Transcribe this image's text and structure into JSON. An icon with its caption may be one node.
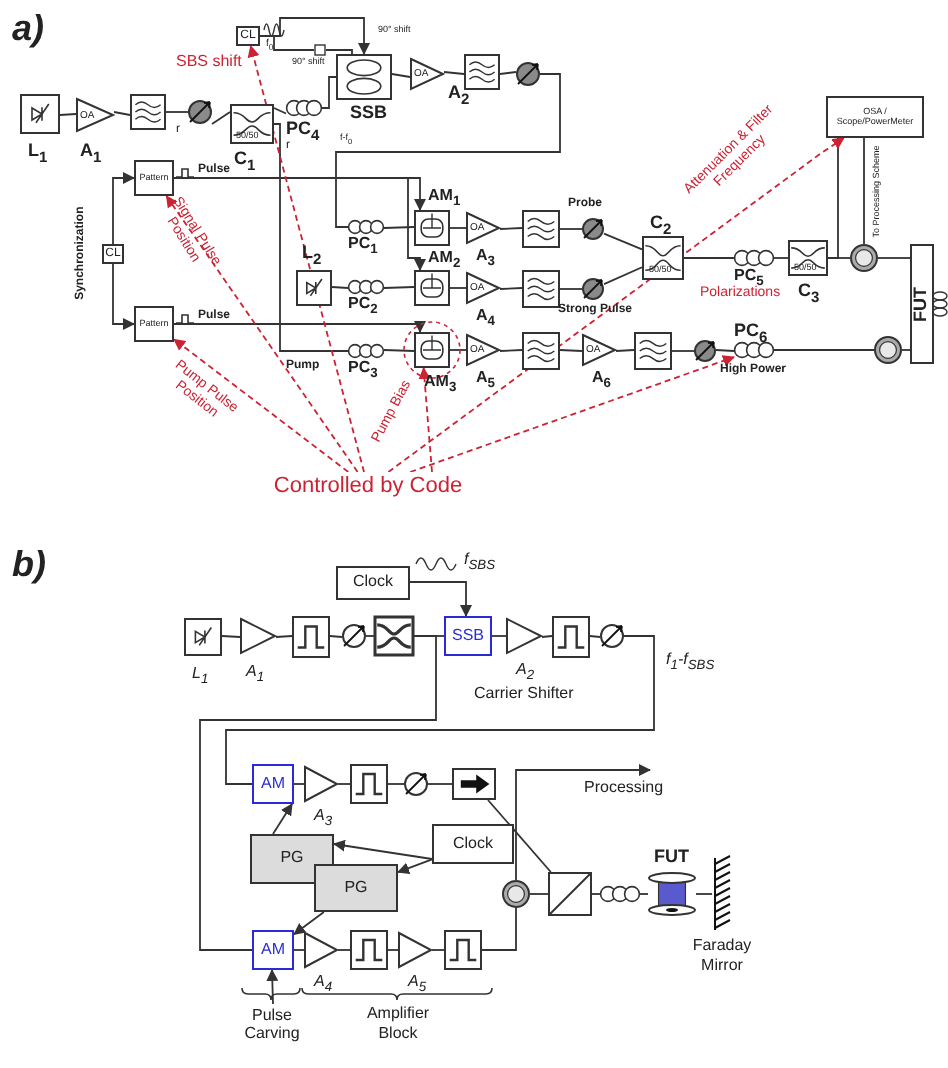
{
  "diagram": {
    "nodes": [
      {
        "text": [
          "L$_{1}$"
        ]
      },
      {
        "text": [
          "OA",
          "A$_{1}$"
        ]
      },
      {
        "text": [],
        "shape": "box"
      },
      {
        "text": [],
        "shape": "circle"
      },
      {
        "text": [
          "50/50",
          "C$_{1}$"
        ]
      },
      {
        "text": [
          "PC$_{4}$"
        ]
      },
      {
        "text": [
          "CL"
        ]
      },
      {
        "text": [
          "SSB"
        ]
      },
      {
        "text": [
          "OA",
          "A$_{2}$"
        ]
      },
      {
        "text": [],
        "shape": "box"
      },
      {
        "text": [],
        "shape": "circle"
      },
      {
        "text": [
          "Pattern"
        ],
        "beside": [
          "Pulse"
        ]
      },
      {
        "text": [
          "CL"
        ]
      },
      {
        "text": [
          "Pattern"
        ],
        "beside": [
          "Pulse"
        ]
      },
      {
        "text": [
          "L$_{2}$"
        ]
      },
      {
        "text": [
          "PC$_{1}$"
        ]
      },
      {
        "text": [
          "PC$_{2}$"
        ]
      },
      {
        "text": [
          "PC$_{3}$"
        ]
      },
      {
        "text": [
          "AM$_{1}$"
        ]
      },
      {
        "text": [
          "AM$_{2}$"
        ]
      },
      {
        "text": [
          "AM$_{3}$"
        ]
      },
      {
        "text": [
          "OA",
          "A$_{3}$"
        ]
      },
      {
        "text": [
          "OA",
          "A$_{4}$"
        ]
      },
      {
        "text": [
          "OA",
          "A$_{5}$"
        ]
      },
      {
        "text": [],
        "shape": "box"
      },
      {
        "text": [],
        "shape": "box"
      },
      {
        "text": [],
        "shape": "box"
      },
      {
        "text": [
          "OA",
          "A$_{6}$"
        ]
      },
      {
        "text": [],
        "shape": "box"
      },
      {
        "text": [],
        "shape": "circle",
        "beside": [
          "Probe"
        ]
      },
      {
        "text": [],
        "shape": "circle",
        "beside": [
          "Strong Pulse"
        ]
      },
      {
        "text": [],
        "shape": "circle",
        "beside": [
          "High Power"
        ]
      },
      {
        "text": [
          "C$_{2}$",
          "50/50"
        ]
      },
      {
        "text": [
          "PC$_{5}$"
        ]
      },
      {
        "text": [
          "50/50",
          "C$_{3}$"
        ]
      },
      {
        "text": [
          "PC$_{6}$"
        ]
      },
      {
        "text": [
          "OSA / Scope/PowerMeter"
        ]
      },
      {
        "text": [],
        "shape": "circle"
      },
      {
        "text": [],
        "shape": "circle"
      },
      {
        "text": [
          "FUT"
        ]
      },
      {
        "text": [
          "Controlled by Code"
        ]
      },
      {
        "text": [
          "Clock"
        ]
      },
      {
        "text": [
          "L$_{1}$"
        ]
      },
      {
        "text": [
          "A$_{1}$"
        ]
      },
      {
        "text": [],
        "shape": "box"
      },
      {
        "text": [],
        "shape": "circle"
      },
      {
        "text": [],
        "shape": "box"
      },
      {
        "text": [
          "SSB"
        ]
      },
      {
        "text": [
          "A$_{2}$"
        ]
      },
      {
        "text": [],
        "shape": "box"
      },
      {
        "text": [],
        "shape": "circle"
      },
      {
        "text": [
          "AM"
        ]
      },
      {
        "text": [
          "A$_{3}$"
        ]
      },
      {
        "text": [],
        "shape": "box"
      },
      {
        "text": [],
        "shape": "circle"
      },
      {
        "text": [],
        "shape": "box"
      },
      {
        "text": [
          "PG"
        ]
      },
      {
        "text": [
          "PG"
        ]
      },
      {
        "text": [
          "Clock"
        ]
      },
      {
        "text": [
          "AM"
        ]
      },
      {
        "text": [
          "A$_{4}$"
        ]
      },
      {
        "text": [],
        "shape": "box"
      },
      {
        "text": [
          "A$_{5}$"
        ]
      },
      {
        "text": [],
        "shape": "box"
      },
      {
        "text": [],
        "shape": "circle"
      },
      {
        "text": [],
        "shape": "box"
      },
      {
        "text": [],
        "shape": "coil"
      },
      {
        "text": [
          "FUT"
        ]
      },
      {
        "text": [
          "Faraday Mirror"
        ]
      },
      {
        "text": [],
        "shape": "box"
      },
      {
        "text": [
          "Pulse Carving"
        ]
      }
    ],
    "edges": [
      {
        "from": 0,
        "to": 1,
        "arrow": "none"
      },
      {
        "from": 1,
        "to": 2,
        "arrow": "none"
      },
      {
        "from": 2,
        "to": 3,
        "arrow": "none"
      },
      {
        "from": 3,
        "to": 4,
        "arrow": "none"
      },
      {
        "from": 4,
        "to": 5,
        "arrow": "none"
      },
      {
        "from": 5,
        "to": 7,
        "arrow": "none"
      },
      {
        "from": 7,
        "to": 8,
        "arrow": "none"
      },
      {
        "from": 8,
        "to": 9,
        "arrow": "none"
      },
      {
        "from": 9,
        "to": 10,
        "arrow": "none"
      },
      {
        "from": 10,
        "to": 15,
        "arrow": "none"
      },
      {
        "from": 14,
        "to": 16,
        "arrow": "none"
      },
      {
        "from": 16,
        "to": 19,
        "arrow": "none"
      },
      {
        "from": 15,
        "to": 18,
        "arrow": "none"
      },
      {
        "from": 4,
        "to": 17,
        "arrow": "none"
      },
      {
        "from": 17,
        "to": 20,
        "arrow": "none"
      },
      {
        "from": 12,
        "to": 11,
        "arrow": "to"
      },
      {
        "from": 12,
        "to": 13,
        "arrow": "to"
      },
      {
        "from": 11,
        "to": 18,
        "arrow": "to"
      },
      {
        "from": 11,
        "to": 19,
        "arrow": "to"
      },
      {
        "from": 13,
        "to": 20,
        "arrow": "to"
      },
      {
        "from": 6,
        "to": 7,
        "arrow": "to"
      },
      {
        "from": 6,
        "to": 69,
        "arrow": "none"
      },
      {
        "from": 69,
        "to": 7,
        "arrow": "none"
      },
      {
        "from": 18,
        "to": 21,
        "arrow": "none"
      },
      {
        "from": 21,
        "to": 24,
        "arrow": "none"
      },
      {
        "from": 24,
        "to": 29,
        "arrow": "none"
      },
      {
        "from": 29,
        "to": 32,
        "arrow": "none"
      },
      {
        "from": 19,
        "to": 22,
        "arrow": "none"
      },
      {
        "from": 22,
        "to": 25,
        "arrow": "none"
      },
      {
        "from": 25,
        "to": 30,
        "arrow": "none"
      },
      {
        "from": 30,
        "to": 32,
        "arrow": "none"
      },
      {
        "from": 20,
        "to": 23,
        "arrow": "none"
      },
      {
        "from": 23,
        "to": 26,
        "arrow": "none"
      },
      {
        "from": 26,
        "to": 27,
        "arrow": "none"
      },
      {
        "from": 27,
        "to": 28,
        "arrow": "none"
      },
      {
        "from": 28,
        "to": 31,
        "arrow": "none"
      },
      {
        "from": 31,
        "to": 35,
        "arrow": "none"
      },
      {
        "from": 35,
        "to": 38,
        "arrow": "none"
      },
      {
        "from": 38,
        "to": 39,
        "arrow": "none"
      },
      {
        "from": 32,
        "to": 33,
        "arrow": "none"
      },
      {
        "from": 33,
        "to": 34,
        "arrow": "none"
      },
      {
        "from": 34,
        "to": 37,
        "arrow": "none"
      },
      {
        "from": 37,
        "to": 39,
        "arrow": "none"
      },
      {
        "from": 34,
        "to": 36,
        "arrow": "none"
      },
      {
        "from": 37,
        "to": 36,
        "arrow": "none",
        "label": "To Processing Scheme"
      },
      {
        "from": 40,
        "to": 6,
        "arrow": "to",
        "label": "SBS shift",
        "style": "dashed",
        "color": "#cc2233"
      },
      {
        "from": 40,
        "to": 11,
        "arrow": "to",
        "label": "Signal Pulse Position",
        "style": "dashed",
        "color": "#cc2233"
      },
      {
        "from": 40,
        "to": 13,
        "arrow": "to",
        "label": "Pump Pulse Position",
        "style": "dashed",
        "color": "#cc2233"
      },
      {
        "from": 40,
        "to": 20,
        "arrow": "to",
        "label": "Pump Bias",
        "style": "dashed",
        "color": "#cc2233"
      },
      {
        "from": 40,
        "to": 36,
        "arrow": "to",
        "label": "Attenuation & Filter Frequency",
        "style": "dashed",
        "color": "#cc2233"
      },
      {
        "from": 40,
        "to": 35,
        "arrow": "to",
        "label": "Polarizations",
        "style": "dashed",
        "color": "#cc2233"
      },
      {
        "from": 42,
        "to": 43,
        "arrow": "none"
      },
      {
        "from": 43,
        "to": 44,
        "arrow": "none"
      },
      {
        "from": 44,
        "to": 45,
        "arrow": "none"
      },
      {
        "from": 45,
        "to": 46,
        "arrow": "none"
      },
      {
        "from": 46,
        "to": 47,
        "arrow": "none"
      },
      {
        "from": 47,
        "to": 48,
        "arrow": "none"
      },
      {
        "from": 48,
        "to": 49,
        "arrow": "none"
      },
      {
        "from": 49,
        "to": 50,
        "arrow": "none"
      },
      {
        "from": 50,
        "to": 51,
        "arrow": "none"
      },
      {
        "from": 46,
        "to": 59,
        "arrow": "none"
      },
      {
        "from": 41,
        "to": 47,
        "arrow": "to"
      },
      {
        "from": 51,
        "to": 52,
        "arrow": "none"
      },
      {
        "from": 52,
        "to": 53,
        "arrow": "none"
      },
      {
        "from": 53,
        "to": 54,
        "arrow": "none"
      },
      {
        "from": 54,
        "to": 55,
        "arrow": "none"
      },
      {
        "from": 55,
        "to": 65,
        "arrow": "none"
      },
      {
        "from": 58,
        "to": 56,
        "arrow": "to"
      },
      {
        "from": 58,
        "to": 57,
        "arrow": "to"
      },
      {
        "from": 56,
        "to": 51,
        "arrow": "to"
      },
      {
        "from": 57,
        "to": 59,
        "arrow": "to"
      },
      {
        "from": 70,
        "to": 59,
        "arrow": "to"
      },
      {
        "from": 59,
        "to": 60,
        "arrow": "none"
      },
      {
        "from": 60,
        "to": 61,
        "arrow": "none"
      },
      {
        "from": 61,
        "to": 62,
        "arrow": "none"
      },
      {
        "from": 62,
        "to": 63,
        "arrow": "none"
      },
      {
        "from": 63,
        "to": 64,
        "arrow": "none"
      },
      {
        "from": 64,
        "to": 65,
        "arrow": "none"
      },
      {
        "from": 65,
        "to": 66,
        "arrow": "none"
      },
      {
        "from": 66,
        "to": 67,
        "arrow": "none"
      },
      {
        "from": 67,
        "to": 68,
        "arrow": "none"
      },
      {
        "from": 64,
        "to": null,
        "arrow": "to",
        "label": "Processing"
      }
    ],
    "labels": [
      "a)",
      "f$_{0}$",
      "90° shift",
      "90° shift",
      "r",
      "r",
      "f-f$_{0}$",
      "Synchronization",
      "Pump",
      "b)",
      "f$_{SBS}$",
      "f$_{1}$-f$_{SBS}$",
      "Carrier Shifter",
      "Amplifier Block"
    ]
  }
}
